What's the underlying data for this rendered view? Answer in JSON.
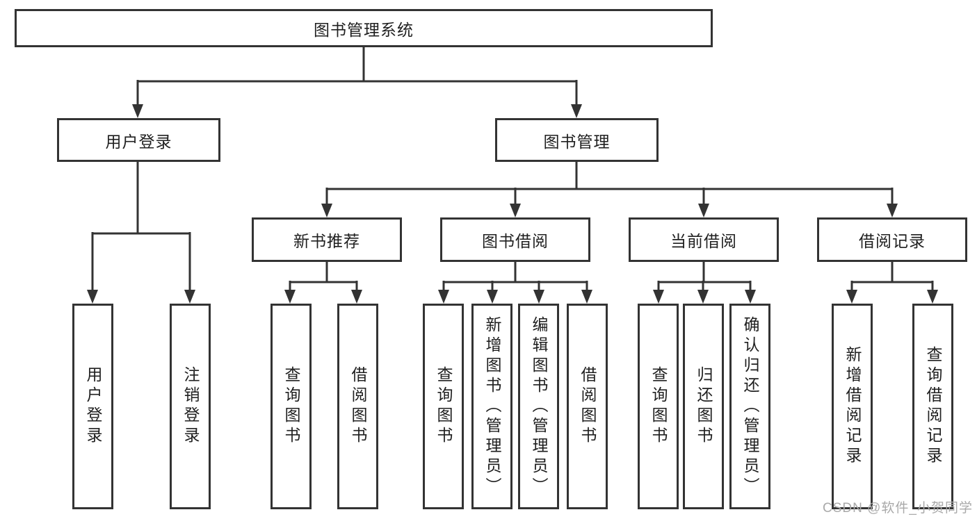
{
  "diagram": {
    "root": {
      "label": "图书管理系统"
    },
    "level2": [
      {
        "label": "用户登录"
      },
      {
        "label": "图书管理"
      }
    ],
    "level3": [
      {
        "label": "新书推荐"
      },
      {
        "label": "图书借阅"
      },
      {
        "label": "当前借阅"
      },
      {
        "label": "借阅记录"
      }
    ],
    "leaves": [
      {
        "label": "用户登录"
      },
      {
        "label": "注销登录"
      },
      {
        "label": "查询图书"
      },
      {
        "label": "借阅图书"
      },
      {
        "label": "查询图书"
      },
      {
        "label": "新增图书（管理员）"
      },
      {
        "label": "编辑图书（管理员）"
      },
      {
        "label": "借阅图书"
      },
      {
        "label": "查询图书"
      },
      {
        "label": "归还图书"
      },
      {
        "label": "确认归还（管理员）"
      },
      {
        "label": "新增借阅记录"
      },
      {
        "label": "查询借阅记录"
      }
    ],
    "watermark": "CSDN @软件_小贺同学",
    "colors": {
      "line": "#333333",
      "text": "#1f1f1f",
      "watermark": "#a9a9a9",
      "background": "#ffffff"
    }
  }
}
